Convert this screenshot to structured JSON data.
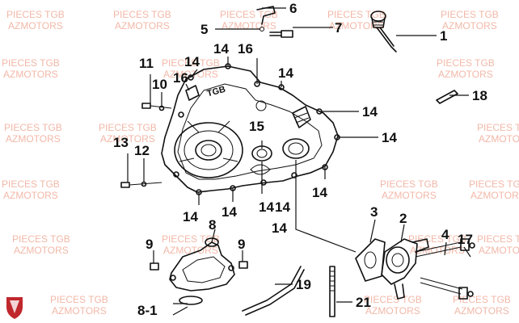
{
  "watermark": {
    "line1": "PIECES TGB",
    "line2": "AZMOTORS",
    "color": "#f2b8a8"
  },
  "brand_color": "#c0272d",
  "cover_text": "TGB",
  "callouts": {
    "c1": "1",
    "c2": "2",
    "c3": "3",
    "c4": "4",
    "c5": "5",
    "c6": "6",
    "c7": "7",
    "c8": "8",
    "c8_1": "8-1",
    "c9a": "9",
    "c9b": "9",
    "c10": "10",
    "c11": "11",
    "c12": "12",
    "c13": "13",
    "c14a": "14",
    "c14b": "14",
    "c14c": "14",
    "c14d": "14",
    "c14e": "14",
    "c14f": "14",
    "c14g": "14",
    "c14h": "14",
    "c14i": "14",
    "c14j": "14",
    "c14k": "14",
    "c15": "15",
    "c16a": "16",
    "c16b": "16",
    "c17": "17",
    "c18": "18",
    "c19": "19",
    "c21": "21"
  }
}
